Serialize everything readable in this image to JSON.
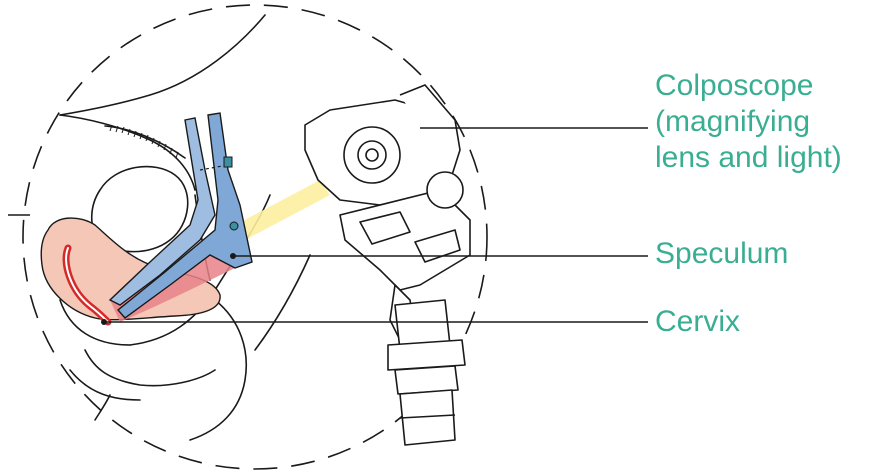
{
  "labels": {
    "colposcope_line1": "Colposcope",
    "colposcope_line2": "(magnifying",
    "colposcope_line3": "lens and light)",
    "speculum": "Speculum",
    "cervix": "Cervix"
  },
  "colors": {
    "label_text": "#3aae92",
    "outline": "#1a1a1a",
    "speculum_blue": "#7fa8d6",
    "tissue_pink": "#f4c7b6",
    "cervix_red": "#d42a2a",
    "canal_pink": "#e8838a",
    "light_beam": "#fdf0a0"
  },
  "icons": {
    "colposcope": "colposcope-illustration",
    "speculum": "speculum-illustration",
    "anatomy": "pelvic-anatomy-illustration"
  }
}
